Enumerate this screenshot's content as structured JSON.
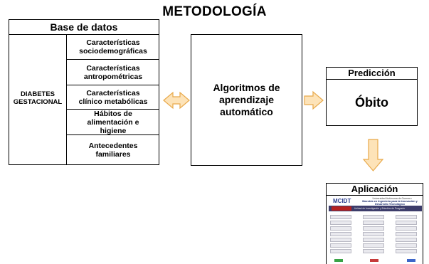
{
  "title": "METODOLOGÍA",
  "database": {
    "header": "Base de datos",
    "side_label_line1": "DIABETES",
    "side_label_line2": "GESTACIONAL",
    "items": [
      {
        "l1": "Características",
        "l2": "sociodemográficas",
        "l3": ""
      },
      {
        "l1": "Características",
        "l2": "antropométricas",
        "l3": ""
      },
      {
        "l1": "Características",
        "l2": "clínico metabólicas",
        "l3": ""
      },
      {
        "l1": "Hábitos de",
        "l2": "alimentación e",
        "l3": "higiene"
      },
      {
        "l1": "Antecedentes",
        "l2": "familiares",
        "l3": ""
      }
    ]
  },
  "algorithms": {
    "l1": "Algoritmos de",
    "l2": "aprendizaje",
    "l3": "automático"
  },
  "prediction": {
    "header": "Predicción",
    "value": "Óbito"
  },
  "application": {
    "header": "Aplicación",
    "screenshot_logo": "MCIDT",
    "screenshot_title1": "Universidad Autónoma de Guerrero",
    "screenshot_title2": "Maestría en Ingeniería para la Innovación y Desarrollo Tecnológico",
    "screenshot_bar_text": "Unidad de Investigación y Estudios de Posgrado"
  },
  "colors": {
    "arrow_fill": "#fde3b8",
    "arrow_stroke": "#e8a94a",
    "app_bar": "#3c3c6a",
    "app_accent_red": "#b52020"
  }
}
